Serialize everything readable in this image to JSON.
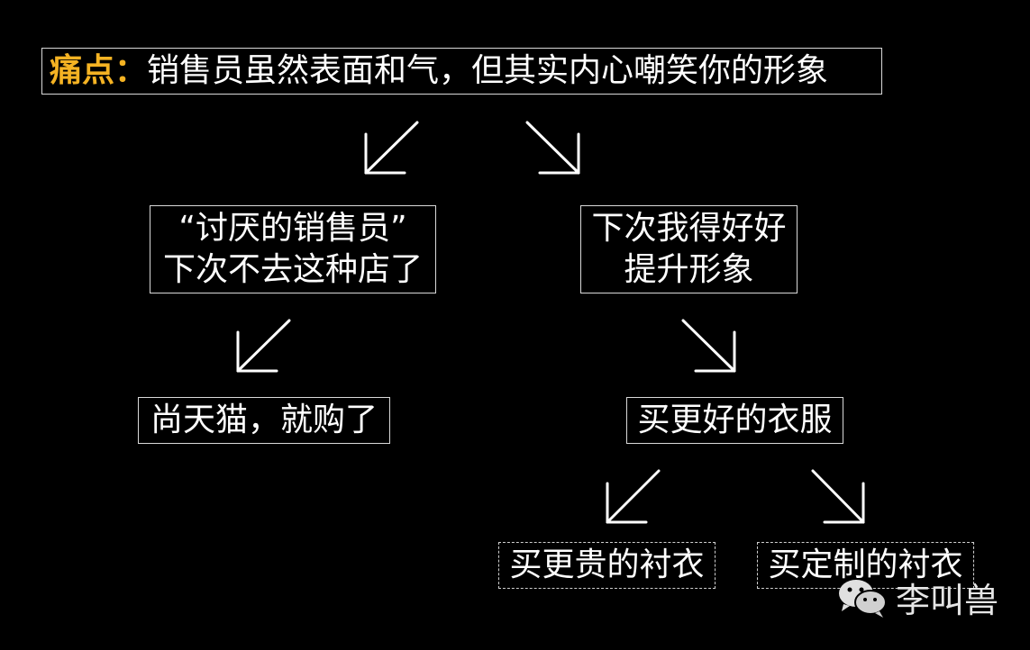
{
  "colors": {
    "background": "#000000",
    "accent": "#f5b323",
    "text": "#ffffff",
    "border": "#d9d9d9"
  },
  "title": {
    "label": "痛点：",
    "text": "销售员虽然表面和气，但其实内心嘲笑你的形象"
  },
  "nodes": {
    "left_1": {
      "line1": "“讨厌的销售员”",
      "line2": "下次不去这种店了"
    },
    "right_1": {
      "line1": "下次我得好好",
      "line2": "提升形象"
    },
    "left_2": {
      "text": "尚天猫，就购了"
    },
    "right_2": {
      "text": "买更好的衣服"
    },
    "leaf_left": {
      "text": "买更贵的衬衣"
    },
    "leaf_right": {
      "text": "买定制的衬衣"
    }
  },
  "watermark": {
    "icon": "wechat-icon",
    "text": "李叫兽"
  }
}
